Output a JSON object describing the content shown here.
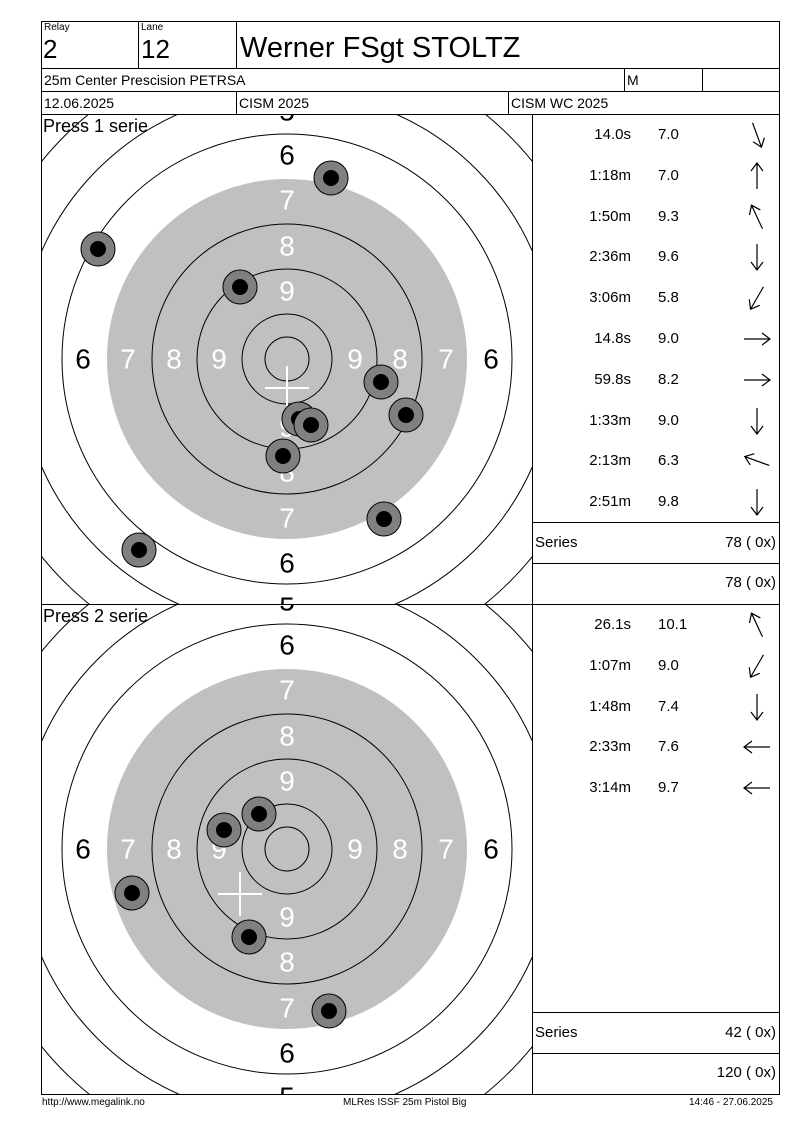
{
  "header": {
    "relay_label": "Relay",
    "relay": "2",
    "lane_label": "Lane",
    "lane": "12",
    "name": "Werner FSgt STOLTZ",
    "event": "25m Center Prescision PETRSA",
    "gender": "M",
    "date": "12.06.2025",
    "competition": "CISM 2025",
    "championship": "CISM WC 2025"
  },
  "series": [
    {
      "title": "Press 1 serie",
      "shots": [
        {
          "time": "14.0s",
          "score": "7.0",
          "dir": "down-right"
        },
        {
          "time": "1:18m",
          "score": "7.0",
          "dir": "up"
        },
        {
          "time": "1:50m",
          "score": "9.3",
          "dir": "up-left"
        },
        {
          "time": "2:36m",
          "score": "9.6",
          "dir": "down"
        },
        {
          "time": "3:06m",
          "score": "5.8",
          "dir": "down-left"
        },
        {
          "time": "14.8s",
          "score": "9.0",
          "dir": "right"
        },
        {
          "time": "59.8s",
          "score": "8.2",
          "dir": "right"
        },
        {
          "time": "1:33m",
          "score": "9.0",
          "dir": "down"
        },
        {
          "time": "2:13m",
          "score": "6.3",
          "dir": "left-up"
        },
        {
          "time": "2:51m",
          "score": "9.8",
          "dir": "down"
        }
      ],
      "series_label": "Series",
      "series_total": "78 ( 0x)",
      "running_total": "78 ( 0x)"
    },
    {
      "title": "Press 2 serie",
      "shots": [
        {
          "time": "26.1s",
          "score": "10.1",
          "dir": "up-left"
        },
        {
          "time": "1:07m",
          "score": "9.0",
          "dir": "down-left"
        },
        {
          "time": "1:48m",
          "score": "7.4",
          "dir": "down"
        },
        {
          "time": "2:33m",
          "score": "7.6",
          "dir": "left"
        },
        {
          "time": "3:14m",
          "score": "9.7",
          "dir": "left"
        }
      ],
      "series_label": "Series",
      "series_total": "42 ( 0x)",
      "running_total": "120 ( 0x)"
    }
  ],
  "target": {
    "ring_numbers": [
      "5",
      "6",
      "7",
      "8",
      "9"
    ],
    "colors": {
      "black_area": "#c0c0c0",
      "hit_outer": "#808080",
      "hit_inner": "#000000"
    }
  },
  "footer": {
    "url": "http://www.megalink.no",
    "program": "MLRes ISSF 25m Pistol Big",
    "timestamp": "14:46 - 27.06.2025"
  }
}
